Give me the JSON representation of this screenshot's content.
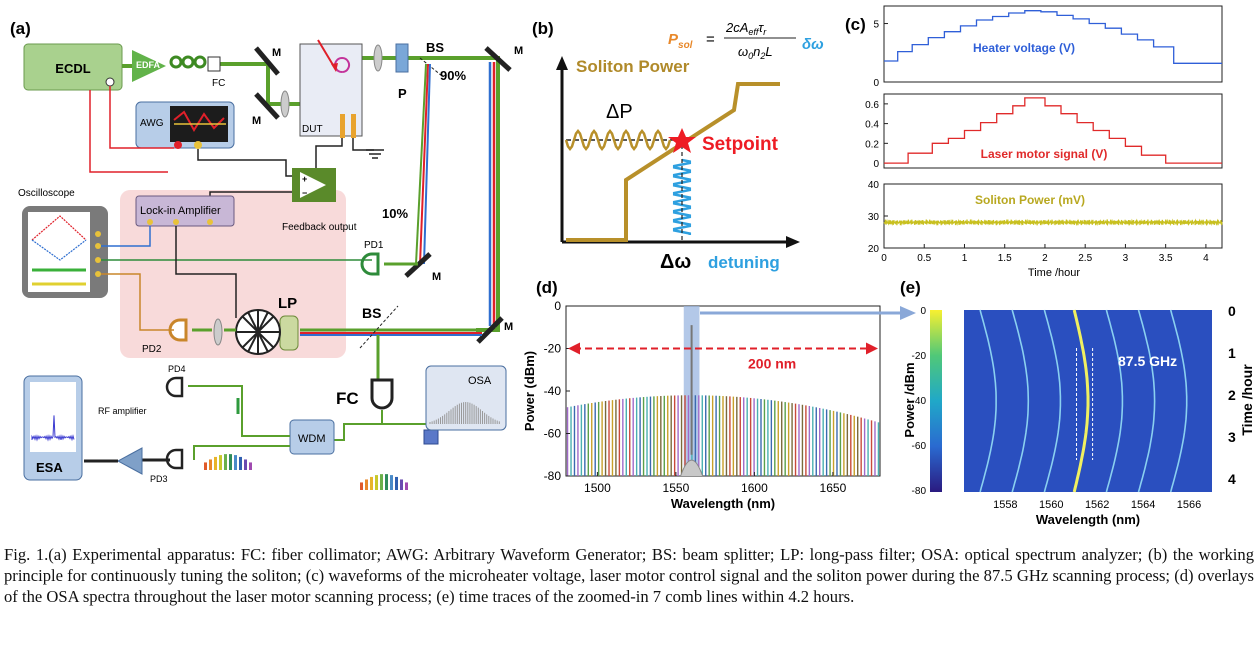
{
  "panel_a": {
    "label": "(a)",
    "ecdl": "ECDL",
    "edfa": "EDFA",
    "fc1": "FC",
    "m": "M",
    "dut": "DUT",
    "bs": "BS",
    "p": "P",
    "pct90": "90%",
    "pct10": "10%",
    "awg": "AWG",
    "oscilloscope": "Oscilloscope",
    "lockin": "Lock-in Amplifier",
    "feedback": "Feedback output",
    "pd1": "PD1",
    "pd2": "PD2",
    "pd3": "PD3",
    "pd4": "PD4",
    "lp": "LP",
    "fc2": "FC",
    "osa": "OSA",
    "wdm": "WDM",
    "esa": "ESA",
    "rf": "RF amplifier",
    "colors": {
      "laser_path": "#5aa02c",
      "red_path": "#e0202a",
      "blue_path": "#2f6fd0"
    }
  },
  "panel_b": {
    "label": "(b)",
    "formula_lhs": "P",
    "formula_lhs_sub": "sol",
    "formula_eq": "=",
    "formula_num": "2cA",
    "formula_num_sub": "eff",
    "formula_tau": "τ",
    "formula_tau_sub": "r",
    "formula_den": "ω",
    "formula_den_sub": "0",
    "formula_den2": "n",
    "formula_den2_sub": "2",
    "formula_den3": "L",
    "delta_omega": "δω",
    "soliton_power": "Soliton Power",
    "delta_p": "ΔP",
    "setpoint": "Setpoint",
    "x_symbol": "Δω",
    "detuning": "detuning"
  },
  "panel_c": {
    "label": "(c)",
    "xlabel": "Time /hour",
    "xticks": [
      "0",
      "0.5",
      "1",
      "1.5",
      "2",
      "2.5",
      "3",
      "3.5",
      "4"
    ],
    "chart_data": [
      {
        "type": "line",
        "title": "Heater voltage (V)",
        "xlim": [
          0,
          4.2
        ],
        "ylim": [
          0,
          6.5
        ],
        "yticks": [
          "0",
          "5"
        ],
        "x": [
          0,
          0.17,
          0.17,
          0.35,
          0.35,
          0.55,
          0.55,
          0.75,
          0.75,
          0.95,
          0.95,
          1.15,
          1.15,
          1.35,
          1.35,
          1.55,
          1.55,
          1.75,
          1.75,
          1.95,
          1.95,
          2.15,
          2.15,
          2.35,
          2.35,
          2.55,
          2.55,
          2.75,
          2.75,
          2.95,
          2.95,
          3.15,
          3.15,
          3.35,
          3.35,
          3.6,
          3.6,
          4.2
        ],
        "y": [
          1.8,
          1.8,
          2.6,
          2.6,
          3.2,
          3.2,
          3.8,
          3.8,
          4.3,
          4.3,
          4.8,
          4.8,
          5.3,
          5.3,
          5.6,
          5.6,
          5.9,
          5.9,
          6.1,
          6.1,
          6.0,
          6.0,
          5.7,
          5.7,
          5.4,
          5.4,
          5.0,
          5.0,
          4.6,
          4.6,
          4.1,
          4.1,
          3.6,
          3.6,
          3.0,
          3.0,
          1.6,
          1.6
        ],
        "color": "#2f5fd8"
      },
      {
        "type": "line",
        "title": "Laser motor signal (V)",
        "xlim": [
          0,
          4.2
        ],
        "ylim": [
          -0.05,
          0.7
        ],
        "yticks": [
          "0",
          "0.2",
          "0.4",
          "0.6"
        ],
        "x": [
          0,
          0.3,
          0.3,
          0.6,
          0.6,
          0.8,
          0.8,
          1.0,
          1.0,
          1.2,
          1.2,
          1.4,
          1.4,
          1.6,
          1.6,
          1.75,
          1.75,
          2.0,
          2.0,
          2.2,
          2.2,
          2.4,
          2.4,
          2.6,
          2.6,
          2.8,
          2.8,
          3.0,
          3.0,
          3.2,
          3.2,
          3.5,
          3.5,
          4.2
        ],
        "y": [
          0,
          0,
          0.1,
          0.1,
          0.2,
          0.2,
          0.25,
          0.25,
          0.33,
          0.33,
          0.41,
          0.41,
          0.5,
          0.5,
          0.58,
          0.58,
          0.66,
          0.66,
          0.58,
          0.58,
          0.5,
          0.5,
          0.41,
          0.41,
          0.33,
          0.33,
          0.25,
          0.25,
          0.17,
          0.17,
          0.08,
          0.08,
          0,
          0
        ],
        "color": "#e02a2a"
      },
      {
        "type": "line",
        "title": "Soliton Power (mV)",
        "xlim": [
          0,
          4.2
        ],
        "ylim": [
          20,
          40
        ],
        "yticks": [
          "20",
          "30",
          "40"
        ],
        "x": [
          0,
          4.2
        ],
        "y": [
          28,
          28
        ],
        "noise": 0.9,
        "color": "#c8c020"
      }
    ]
  },
  "panel_d": {
    "label": "(d)",
    "chart_data": {
      "type": "line",
      "title": "",
      "xlabel": "Wavelength (nm)",
      "ylabel": "Power (dBm)",
      "xlim": [
        1480,
        1680
      ],
      "ylim": [
        -80,
        0
      ],
      "xticks": [
        "1500",
        "1550",
        "1600",
        "1650"
      ],
      "yticks": [
        "0",
        "-20",
        "-40",
        "-60",
        "-80"
      ],
      "envelope": {
        "center": 1560,
        "peak_dbm": -42,
        "floor_dbm": -80,
        "line_spacing_nm": 2.2
      },
      "pump": {
        "x": 1560,
        "y": -9
      },
      "annotations": [
        "200 nm"
      ]
    }
  },
  "panel_e": {
    "label": "(e)",
    "chart_data": {
      "type": "heatmap",
      "title": "",
      "xlabel": "Wavelength (nm)",
      "ylabel_left": "Power /dBm",
      "ylabel_right": "Time /hour",
      "xlim": [
        1556.2,
        1567
      ],
      "xticks": [
        "1558",
        "1560",
        "1562",
        "1564",
        "1566"
      ],
      "colorbar_ticks": [
        "0",
        "-20",
        "-40",
        "-60",
        "-80"
      ],
      "time_ticks": [
        "0",
        "1",
        "2",
        "3",
        "4"
      ],
      "comb_lines_nm": [
        1557.2,
        1558.6,
        1560.0,
        1561.3,
        1562.7,
        1564.1,
        1565.5
      ],
      "annotation": "87.5 GHz"
    }
  },
  "caption": "Fig. 1.(a) Experimental apparatus: FC: fiber collimator; AWG: Arbitrary Waveform Generator; BS: beam splitter; LP: long-pass filter; OSA: optical spectrum analyzer; (b) the working principle for continuously tuning the soliton; (c) waveforms of the microheater voltage, laser motor control signal and the soliton power during the 87.5 GHz scanning process; (d) overlays of the OSA spectra throughout the laser motor scanning process; (e) time traces of the zoomed-in 7 comb lines within 4.2 hours."
}
